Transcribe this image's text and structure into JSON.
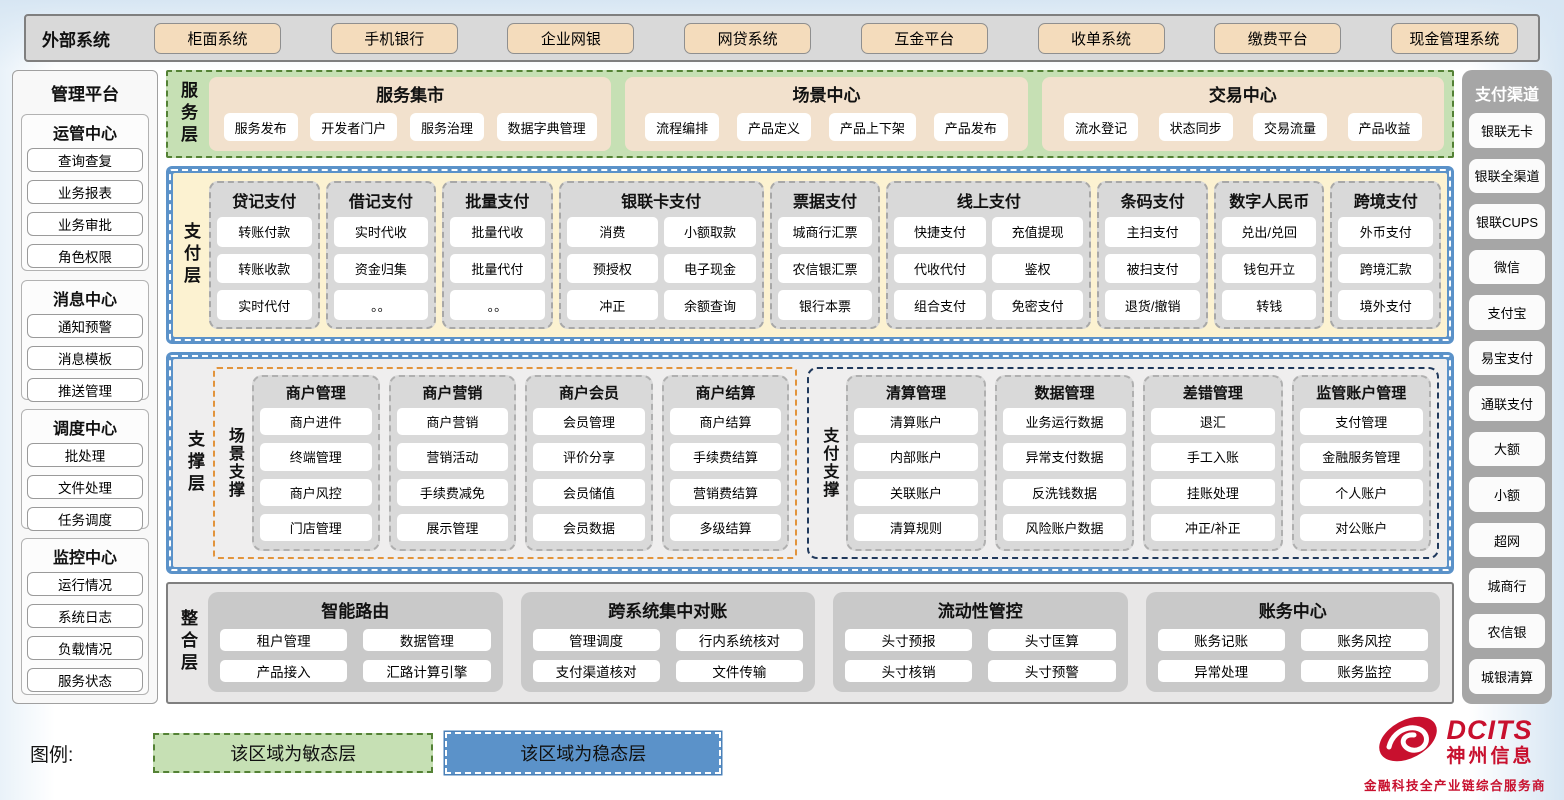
{
  "external": {
    "label": "外部系统",
    "systems": [
      "柜面系统",
      "手机银行",
      "企业网银",
      "网贷系统",
      "互金平台",
      "收单系统",
      "缴费平台",
      "现金管理系统"
    ]
  },
  "management": {
    "title": "管理平台",
    "groups": [
      {
        "title": "运管中心",
        "items": [
          "查询查复",
          "业务报表",
          "业务审批",
          "角色权限"
        ]
      },
      {
        "title": "消息中心",
        "items": [
          "通知预警",
          "消息模板",
          "推送管理"
        ]
      },
      {
        "title": "调度中心",
        "items": [
          "批处理",
          "文件处理",
          "任务调度"
        ]
      },
      {
        "title": "监控中心",
        "items": [
          "运行情况",
          "系统日志",
          "负载情况",
          "服务状态"
        ]
      }
    ]
  },
  "service_layer": {
    "label": "服务层",
    "groups": [
      {
        "title": "服务集市",
        "items": [
          "服务发布",
          "开发者门户",
          "服务治理",
          "数据字典管理"
        ]
      },
      {
        "title": "场景中心",
        "items": [
          "流程编排",
          "产品定义",
          "产品上下架",
          "产品发布"
        ]
      },
      {
        "title": "交易中心",
        "items": [
          "流水登记",
          "状态同步",
          "交易流量",
          "产品收益"
        ]
      }
    ]
  },
  "payment_layer": {
    "label": "支付层",
    "columns": [
      {
        "title": "贷记支付",
        "cols": 1,
        "items": [
          "转账付款",
          "转账收款",
          "实时代付"
        ]
      },
      {
        "title": "借记支付",
        "cols": 1,
        "items": [
          "实时代收",
          "资金归集",
          "。。"
        ]
      },
      {
        "title": "批量支付",
        "cols": 1,
        "items": [
          "批量代收",
          "批量代付",
          "。。"
        ]
      },
      {
        "title": "银联卡支付",
        "cols": 2,
        "items": [
          "消费",
          "小额取款",
          "预授权",
          "电子现金",
          "冲正",
          "余额查询"
        ]
      },
      {
        "title": "票据支付",
        "cols": 1,
        "items": [
          "城商行汇票",
          "农信银汇票",
          "银行本票"
        ]
      },
      {
        "title": "线上支付",
        "cols": 2,
        "items": [
          "快捷支付",
          "充值提现",
          "代收代付",
          "鉴权",
          "组合支付",
          "免密支付"
        ]
      },
      {
        "title": "条码支付",
        "cols": 1,
        "items": [
          "主扫支付",
          "被扫支付",
          "退货/撤销"
        ]
      },
      {
        "title": "数字人民币",
        "cols": 1,
        "items": [
          "兑出/兑回",
          "钱包开立",
          "转钱"
        ]
      },
      {
        "title": "跨境支付",
        "cols": 1,
        "items": [
          "外币支付",
          "跨境汇款",
          "境外支付"
        ]
      }
    ]
  },
  "support_layer": {
    "label": "支撑层",
    "groups": [
      {
        "label": "场景支撑",
        "accent": "orange",
        "flex": 48,
        "columns": [
          {
            "title": "商户管理",
            "items": [
              "商户进件",
              "终端管理",
              "商户风控",
              "门店管理"
            ]
          },
          {
            "title": "商户营销",
            "items": [
              "商户营销",
              "营销活动",
              "手续费减免",
              "展示管理"
            ]
          },
          {
            "title": "商户会员",
            "items": [
              "会员管理",
              "评价分享",
              "会员储值",
              "会员数据"
            ]
          },
          {
            "title": "商户结算",
            "items": [
              "商户结算",
              "手续费结算",
              "营销费结算",
              "多级结算"
            ]
          }
        ]
      },
      {
        "label": "支付支撑",
        "accent": "dark",
        "flex": 52,
        "columns": [
          {
            "title": "清算管理",
            "items": [
              "清算账户",
              "内部账户",
              "关联账户",
              "清算规则"
            ]
          },
          {
            "title": "数据管理",
            "items": [
              "业务运行数据",
              "异常支付数据",
              "反洗钱数据",
              "风险账户数据"
            ]
          },
          {
            "title": "差错管理",
            "items": [
              "退汇",
              "手工入账",
              "挂账处理",
              "冲正/补正"
            ]
          },
          {
            "title": "监管账户管理",
            "items": [
              "支付管理",
              "金融服务管理",
              "个人账户",
              "对公账户"
            ]
          }
        ]
      }
    ]
  },
  "integration_layer": {
    "label": "整合层",
    "groups": [
      {
        "title": "智能路由",
        "items": [
          "租户管理",
          "数据管理",
          "产品接入",
          "汇路计算引擎"
        ]
      },
      {
        "title": "跨系统集中对账",
        "items": [
          "管理调度",
          "行内系统核对",
          "支付渠道核对",
          "文件传输"
        ]
      },
      {
        "title": "流动性管控",
        "items": [
          "头寸预报",
          "头寸匡算",
          "头寸核销",
          "头寸预警"
        ]
      },
      {
        "title": "账务中心",
        "items": [
          "账务记账",
          "账务风控",
          "异常处理",
          "账务监控"
        ]
      }
    ]
  },
  "channels": {
    "title": "支付渠道",
    "items": [
      "银联无卡",
      "银联全渠道",
      "银联CUPS",
      "微信",
      "支付宝",
      "易宝支付",
      "通联支付",
      "大额",
      "小额",
      "超网",
      "城商行",
      "农信银",
      "城银清算"
    ]
  },
  "legend": {
    "label": "图例:",
    "agile": "该区域为敏态层",
    "stable": "该区域为稳态层"
  },
  "logo": {
    "brand": "DCITS",
    "name": "神州信息",
    "tagline": "金融科技全产业链综合服务商"
  },
  "colors": {
    "agile_green": "#c6e0b4",
    "agile_green_border": "#548235",
    "stable_blue": "#5b92c9",
    "payment_bg": "#fcf2d1",
    "box_gray": "#d9d9d9",
    "external_tan": "#f4dcbc",
    "channel_gray": "#a6a6a6",
    "scene_accent_orange": "#e2943c",
    "pay_support_accent_dark": "#20395c",
    "brand_red": "#c8102e"
  }
}
